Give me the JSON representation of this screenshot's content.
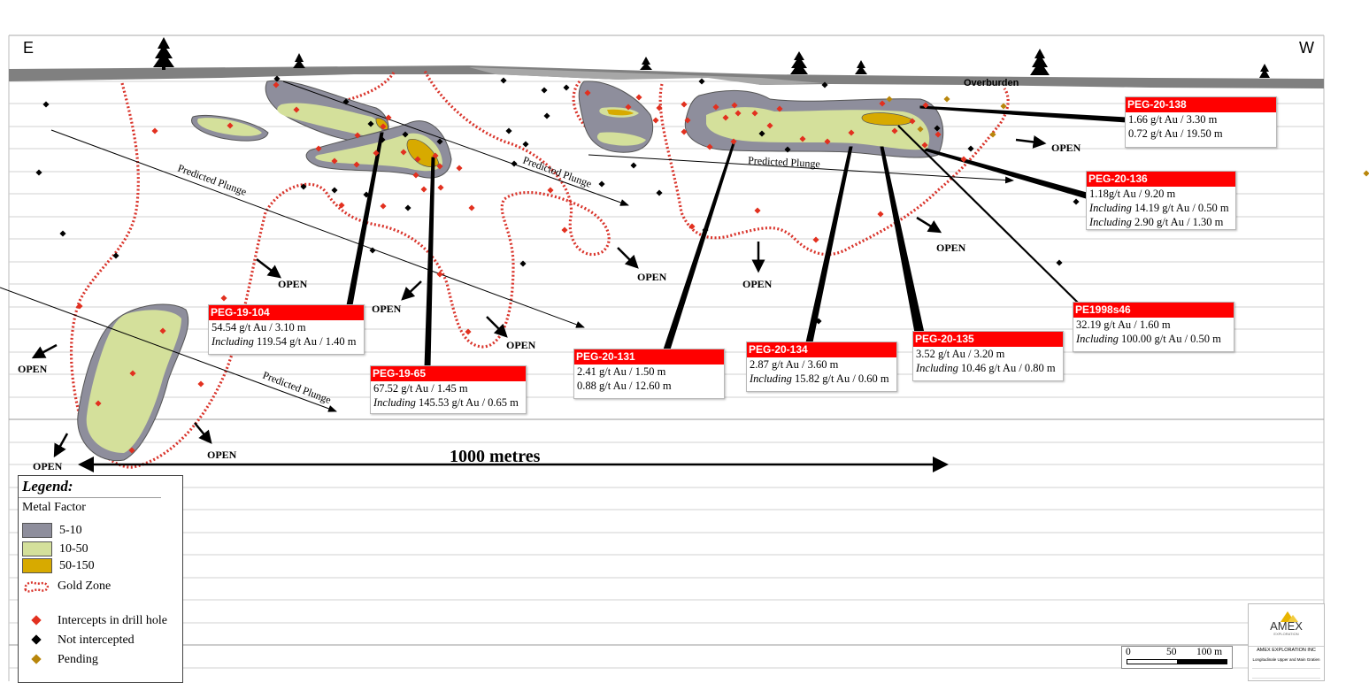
{
  "header": {
    "east_label": "E",
    "west_label": "W",
    "overburden_label": "Overburden"
  },
  "plunge_label": "Predicted Plunge",
  "open_label": "OPEN",
  "scale_bar_label": "1000 metres",
  "drill_holes": [
    {
      "id": "PEG-20-138",
      "lines": [
        {
          "text": "1.66 g/t Au / 3.30 m"
        },
        {
          "text": "0.72 g/t Au / 19.50 m"
        }
      ]
    },
    {
      "id": "PEG-20-136",
      "lines": [
        {
          "text": "1.18g/t Au / 9.20 m"
        },
        {
          "prefix": "Including",
          "text": " 14.19 g/t Au / 0.50 m"
        },
        {
          "prefix": "Including",
          "text": " 2.90 g/t Au / 1.30 m"
        }
      ]
    },
    {
      "id": "PE1998s46",
      "lines": [
        {
          "text": "32.19 g/t Au / 1.60 m"
        },
        {
          "prefix": "Including",
          "text": " 100.00 g/t Au / 0.50 m"
        }
      ]
    },
    {
      "id": "PEG-20-135",
      "lines": [
        {
          "text": "3.52 g/t Au / 3.20 m"
        },
        {
          "prefix": "Including",
          "text": " 10.46 g/t Au / 0.80 m"
        }
      ]
    },
    {
      "id": "PEG-20-134",
      "lines": [
        {
          "text": "2.87 g/t Au / 3.60 m"
        },
        {
          "prefix": "Including",
          "text": " 15.82 g/t Au / 0.60 m"
        }
      ]
    },
    {
      "id": "PEG-20-131",
      "lines": [
        {
          "text": "2.41 g/t Au / 1.50 m"
        },
        {
          "text": "0.88 g/t Au / 12.60 m"
        }
      ]
    },
    {
      "id": "PEG-19-65",
      "lines": [
        {
          "text": "67.52 g/t Au / 1.45 m"
        },
        {
          "prefix": "Including",
          "text": " 145.53 g/t Au / 0.65 m"
        }
      ]
    },
    {
      "id": "PEG-19-104",
      "lines": [
        {
          "text": "54.54 g/t Au / 3.10 m"
        },
        {
          "prefix": "Including",
          "text": " 119.54 g/t Au / 1.40 m"
        }
      ]
    }
  ],
  "legend": {
    "title": "Legend:",
    "subtitle": "Metal Factor",
    "items": [
      {
        "label": "5-10",
        "color": "#8e8e9c"
      },
      {
        "label": "10-50",
        "color": "#d4e09b"
      },
      {
        "label": "50-150",
        "color": "#d7aa00"
      },
      {
        "label": "Gold Zone",
        "color": "#d9342b"
      }
    ],
    "symbols": [
      {
        "label": "Intercepts in drill hole",
        "color": "#e2301f"
      },
      {
        "label": "Not intercepted",
        "color": "#000000"
      },
      {
        "label": "Pending",
        "color": "#b8860b"
      }
    ]
  },
  "small_scale": {
    "ticks": [
      "0",
      "50",
      "100 m"
    ]
  },
  "logo": {
    "brand": "AMEX",
    "tagline": "EXPLORATION",
    "company": "AMEX EXPLORATION INC",
    "subtitle": "Longitudinale Upper and Main Gratien"
  },
  "colors": {
    "accent": "#ff0000",
    "zone_dark": "#8e8e9c",
    "zone_mid": "#d4e09b",
    "zone_high": "#d7aa00",
    "gold_zone": "#d9342b",
    "overburden": "#808080"
  }
}
